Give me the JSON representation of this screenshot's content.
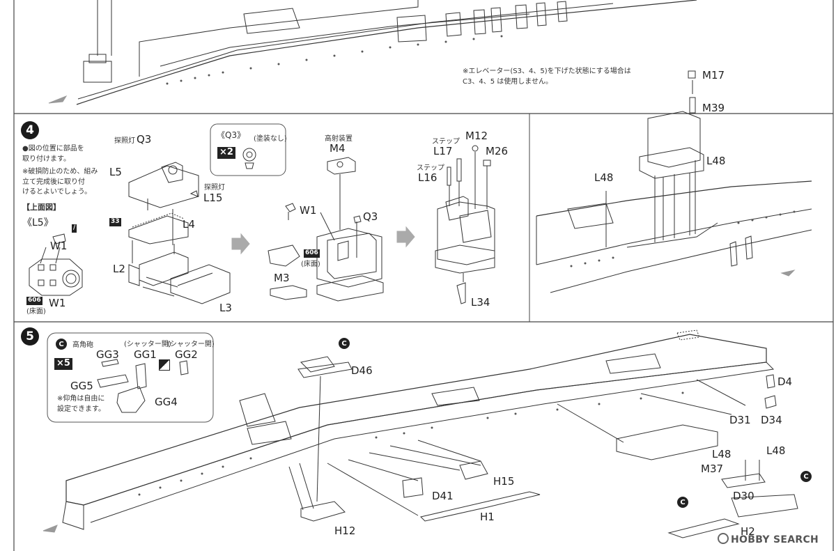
{
  "step3": {
    "note_line1": "※エレベーター(S3、4、5)を下げた状態にする場合は",
    "note_line2": "C3、4、5 は使用しません。",
    "parts": [
      "M17",
      "M39"
    ]
  },
  "step4": {
    "number": "4",
    "instr_1": "●図の位置に部品を",
    "instr_2": "取り付けます。",
    "instr_3": "※破損防止のため、組み",
    "instr_4": "立て完成後に取り付",
    "instr_5": "けるとよいでしょう。",
    "top_view": "【上面図】",
    "top_view_part": "《L5》",
    "top_view_w1": "W1",
    "runner_top": "/",
    "runner_606": "606",
    "runner_33": "33",
    "floor": "(床面)",
    "searchlight": "探照灯",
    "q3": "Q3",
    "l5": "L5",
    "l15": "L15",
    "l4": "L4",
    "l2": "L2",
    "l3": "L3",
    "q3_callout": "《Q3》",
    "q3_qty": "×2",
    "unpainted": "(塗装なし)",
    "ha_director": "高射装置",
    "m4": "M4",
    "w1": "W1",
    "m3": "M3",
    "step": "ステップ",
    "l17": "L17",
    "m12": "M12",
    "m26": "M26",
    "l16": "L16",
    "l34": "L34",
    "l48": "L48"
  },
  "step5": {
    "number": "5",
    "c": "C",
    "ha_gun": "高角砲",
    "qty": "×5",
    "shutter_open": "(シャッター開)",
    "gg3": "GG3",
    "gg1": "GG1",
    "gg2": "GG2",
    "gg5": "GG5",
    "gg4": "GG4",
    "note_1": "※仰角は自由に",
    "note_2": "設定できます。",
    "d46": "D46",
    "d4": "D4",
    "d31": "D31",
    "d34": "D34",
    "l48": "L48",
    "m37": "M37",
    "d30": "D30",
    "h15": "H15",
    "d41": "D41",
    "h1": "H1",
    "h12": "H12",
    "h2": "H2"
  },
  "watermark": {
    "text": "HOBBY SEARCH"
  }
}
